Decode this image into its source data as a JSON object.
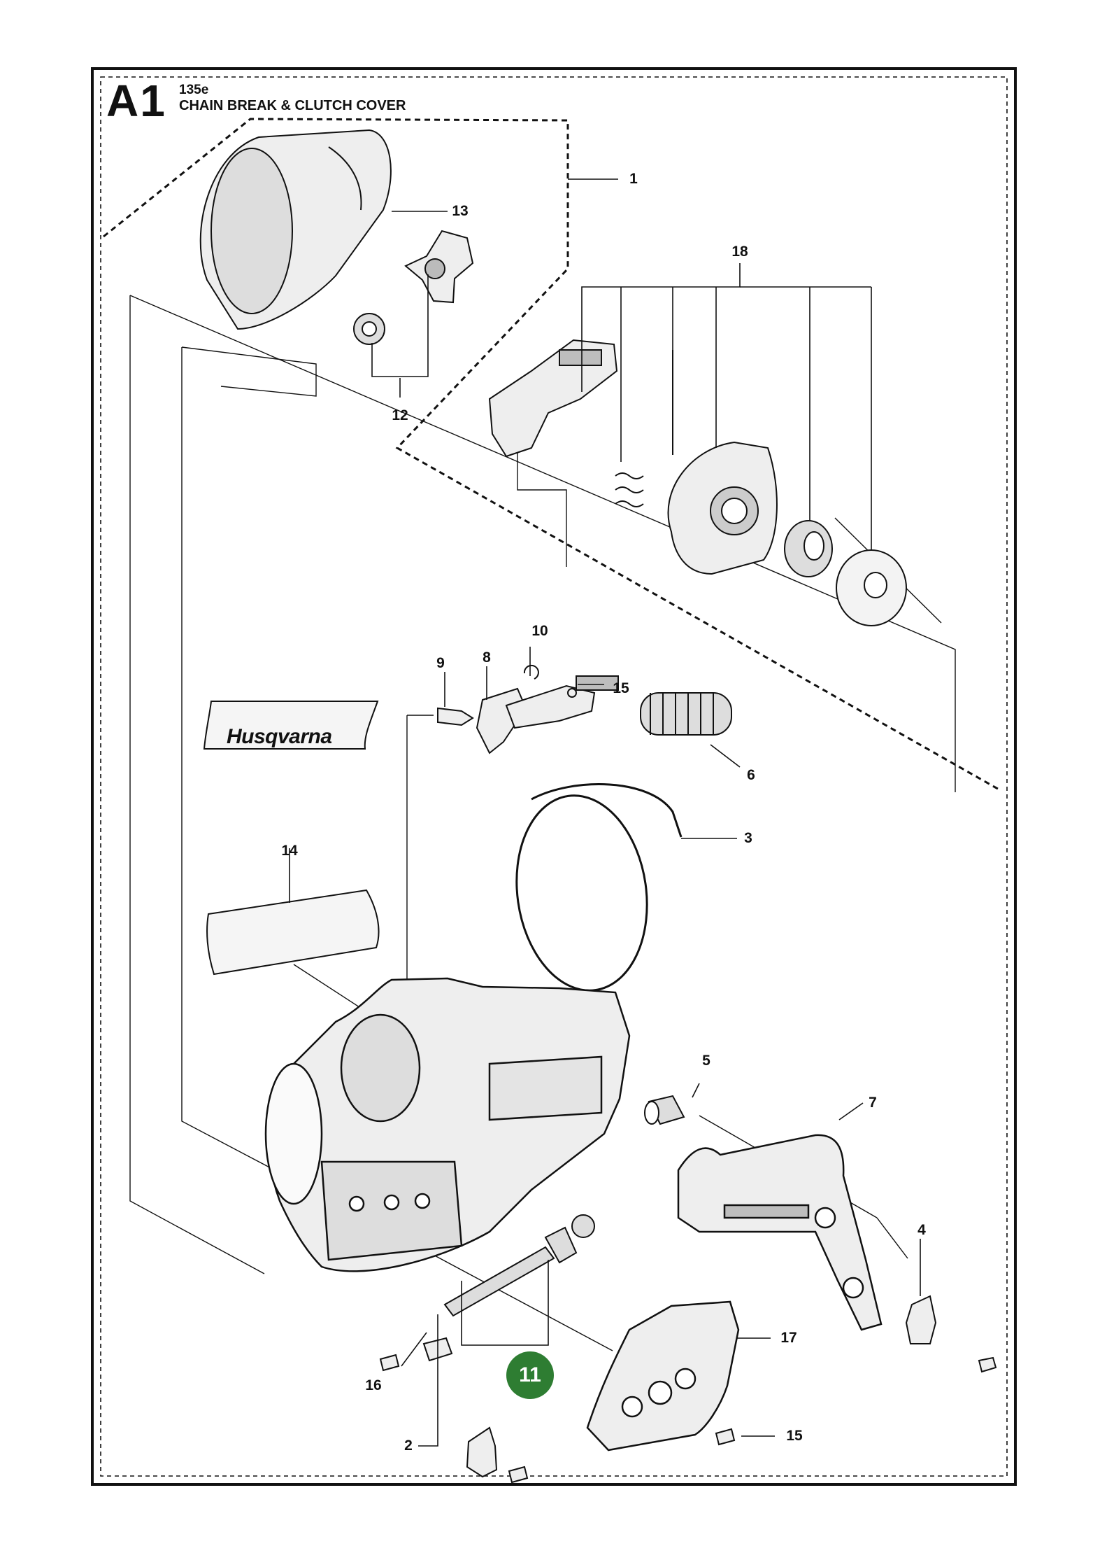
{
  "header": {
    "section_code": "A1",
    "model": "135e",
    "title": "CHAIN BREAK & CLUTCH COVER"
  },
  "brand_label": "Husqvarna",
  "highlight_part": "11",
  "colors": {
    "line": "#111111",
    "part_fill": "#eeeeee",
    "part_shade": "#bdbdbd",
    "badge": "#2e7d32"
  },
  "callouts": [
    "1",
    "2",
    "3",
    "4",
    "5",
    "6",
    "7",
    "8",
    "9",
    "10",
    "12",
    "13",
    "14",
    "15",
    "15",
    "16",
    "17",
    "18"
  ]
}
